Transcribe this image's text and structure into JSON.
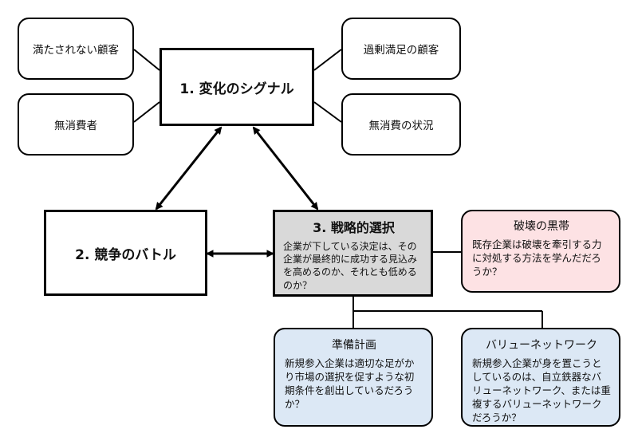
{
  "colors": {
    "stroke": "#000000",
    "choice_fill": "#d9d9d9",
    "disruption_fill": "#fde2e4",
    "scenario_fill": "#dce8f5"
  },
  "nodes": {
    "unmet_customers": "満たされない顧客",
    "overserved_customers": "過剰満足の顧客",
    "nonconsumers": "無消費者",
    "nonconsumption_context": "無消費の状況",
    "signals": "1. 変化のシグナル",
    "battle": "2. 競争のバトル",
    "choice": {
      "title": "3. 戦略的選択",
      "body": "企業が下している決定は、その企業が最終的に成功する見込みを高めるのか、それとも低めるのか？"
    },
    "disruption_belt": {
      "title": "破壊の黒帯",
      "body": "既存企業は破壊を牽引する力に対処する方法を学んだだろうか？"
    },
    "preparation": {
      "title": "準備計画",
      "body": "新規参入企業は適切な足がかり市場の選択を促すような初期条件を創出しているだろうか？"
    },
    "value_network": {
      "title": "バリューネットワーク",
      "body": "新規参入企業が身を置こうとしているのは、自立鉄器なバリューネットワーク、または重複するバリューネットワークだろうか？"
    }
  }
}
